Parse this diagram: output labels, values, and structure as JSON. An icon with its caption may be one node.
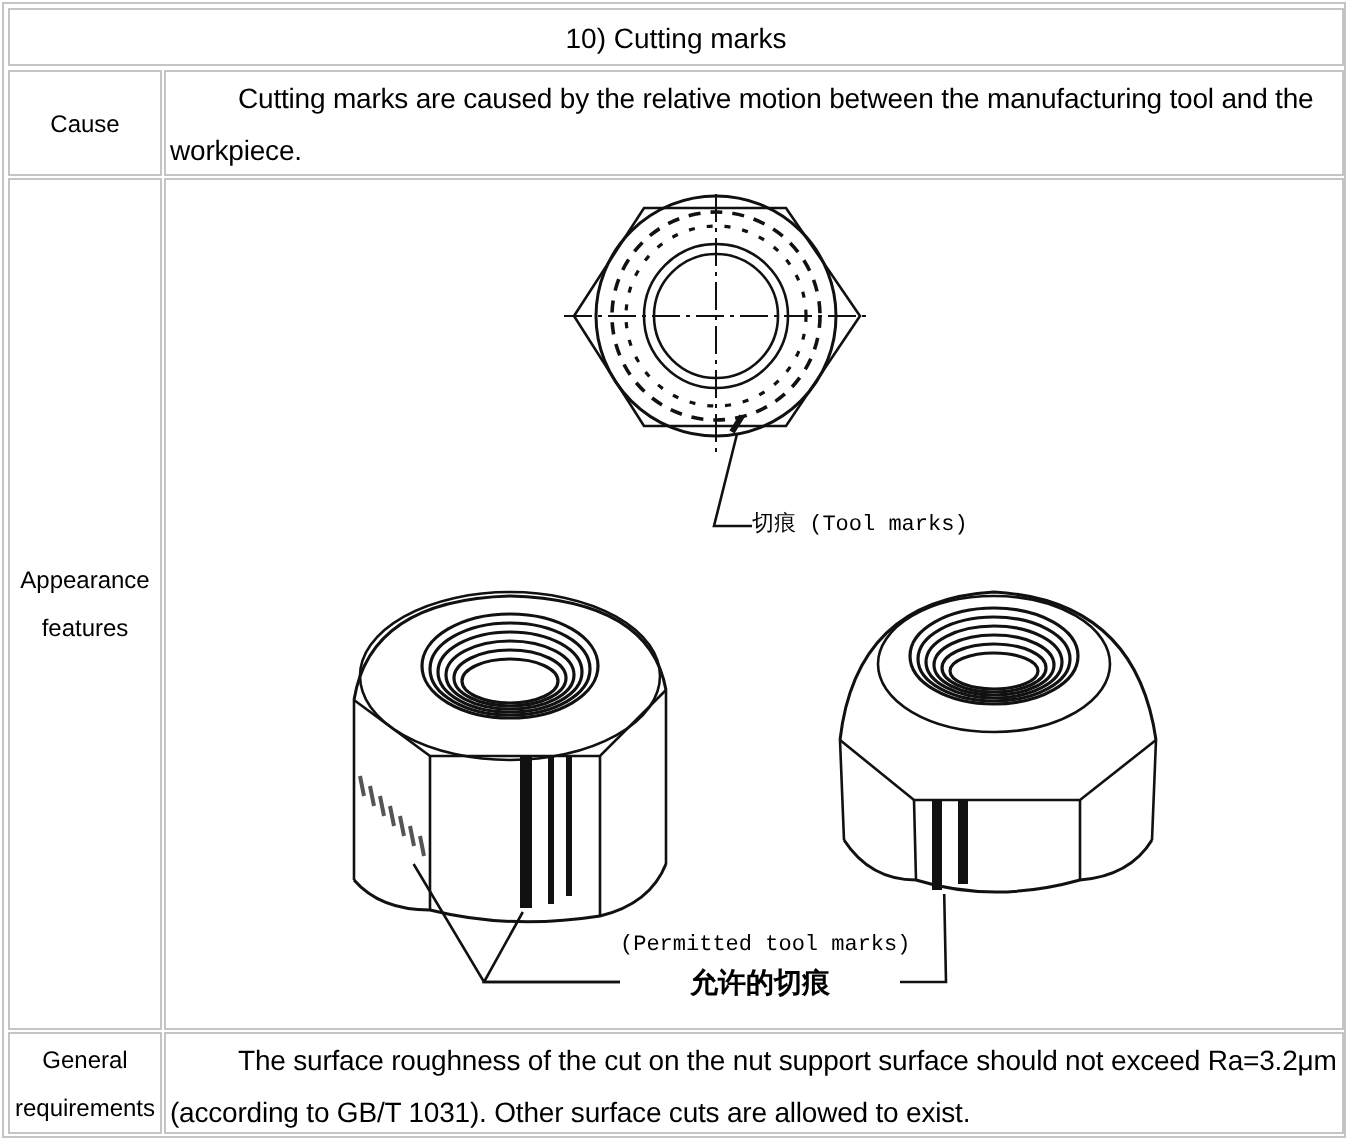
{
  "diagram": {
    "nodes": [
      {
        "text": [
          "切痕 (Tool marks)"
        ]
      },
      {
        "text": [],
        "shape": "bar"
      },
      {
        "text": [
          "(Permitted tool marks)",
          "允许的切痕"
        ]
      },
      {
        "text": [],
        "shape": "bar"
      },
      {
        "text": [],
        "shape": "bar"
      },
      {
        "text": [],
        "shape": "bar"
      }
    ],
    "edges": [
      {
        "from": 0,
        "to": 1,
        "arrow": "none"
      },
      {
        "from": 2,
        "to": 3,
        "arrow": "none"
      },
      {
        "from": 2,
        "to": 4,
        "arrow": "none"
      },
      {
        "from": 2,
        "to": 5,
        "arrow": "none"
      }
    ],
    "labels": [
      "10) Cutting marks",
      "Cause",
      "Cutting marks are caused by the relative motion between the manufacturing tool and the workpiece.",
      "Appearance features",
      "General requirements",
      "The surface roughness of the cut on the nut support surface should not exceed Ra=3.2μm (according to GB/T 1031). Other surface cuts are allowed to exist."
    ]
  }
}
